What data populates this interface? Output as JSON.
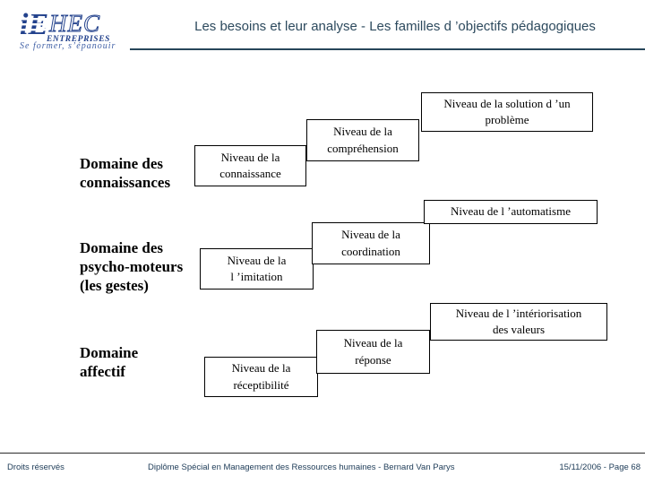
{
  "slide": {
    "title": "Les besoins et leur analyse - Les familles d ’objectifs pédagogiques"
  },
  "logo": {
    "monogram": "iE",
    "name": "HEC",
    "subname": "ENTREPRISES",
    "tagline": "Se former, s’épanouir"
  },
  "diagram": {
    "domains": [
      {
        "label": "Domaine des\nconnaissances",
        "levels": [
          "Niveau de la\nconnaissance",
          "Niveau de la\ncompréhension",
          "Niveau de la solution d ’un\nproblème"
        ]
      },
      {
        "label": "Domaine des\npsycho-moteurs\n(les gestes)",
        "levels": [
          "Niveau de la\nl ’imitation",
          "Niveau de la\ncoordination",
          "Niveau de l ’automatisme"
        ]
      },
      {
        "label": "Domaine\naffectif",
        "levels": [
          "Niveau de la\nréceptibilité",
          "Niveau de la\nréponse",
          "Niveau de l ’intériorisation\ndes valeurs"
        ]
      }
    ]
  },
  "footer": {
    "left": "Droits réservés",
    "center": "Diplôme Spécial en Management des Ressources humaines - Bernard Van Parys",
    "right": "15/11/2006 - Page 68"
  },
  "colors": {
    "brand_navy": "#22418c",
    "title_text": "#2d4a5e",
    "box_border": "#000000",
    "footer_text": "#1d3b57"
  }
}
